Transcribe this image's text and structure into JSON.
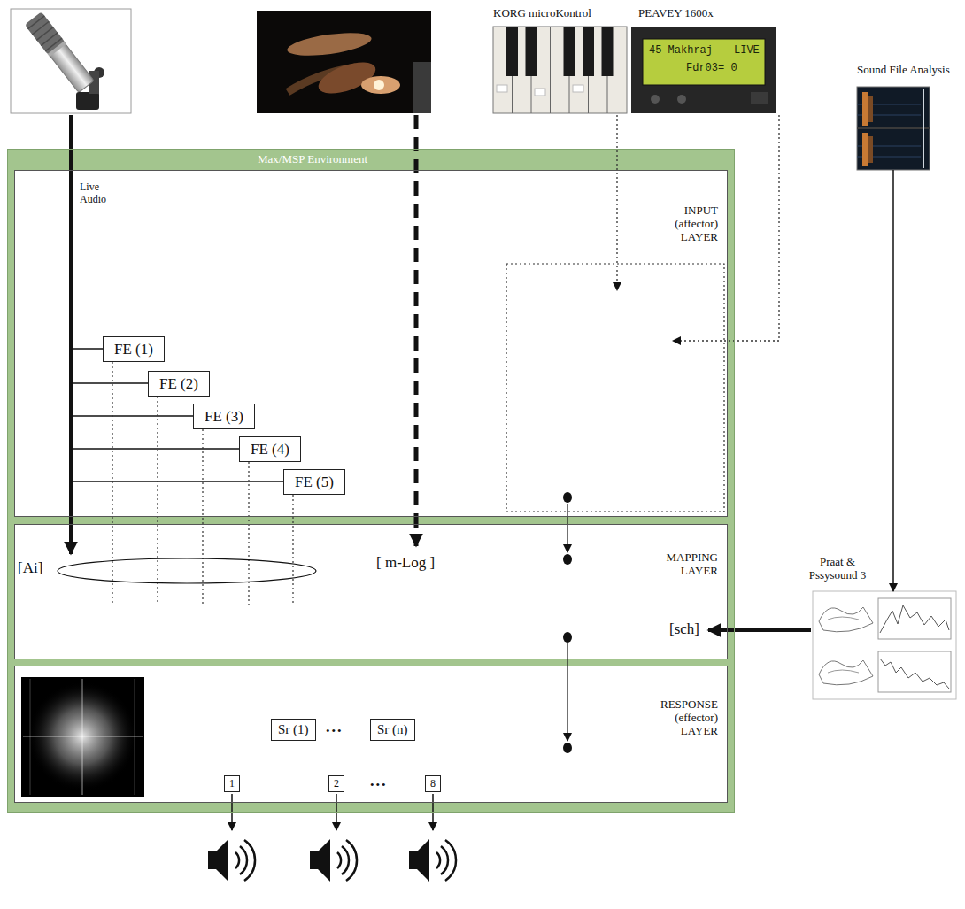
{
  "diagram": {
    "nodes": [
      {
        "text": [
          "KORG microKontrol"
        ]
      },
      {
        "text": [
          "PEAVEY 1600x",
          "45 Makhraj",
          "LIVE",
          "Fdr03= 0"
        ]
      },
      {
        "text": [
          "Sound File Analysis"
        ]
      },
      {
        "text": [
          "Max/MSP Environment"
        ]
      },
      {
        "text": [
          "INPUT (affector) LAYER"
        ],
        "in": 3
      },
      {
        "text": [
          "FE (1)"
        ],
        "in": 4
      },
      {
        "text": [
          "FE (2)"
        ],
        "in": 4
      },
      {
        "text": [
          "FE (3)"
        ],
        "in": 4
      },
      {
        "text": [
          "FE (4)"
        ],
        "in": 4
      },
      {
        "text": [
          "FE (5)"
        ],
        "in": 4
      },
      {
        "text": [
          "MAPPING LAYER"
        ],
        "in": 3
      },
      {
        "text": [
          "Praat & Pssysound 3"
        ]
      },
      {
        "text": [
          "RESPONSE (effector) LAYER"
        ],
        "in": 3
      },
      {
        "text": [
          "Sr (1)"
        ],
        "in": 12
      },
      {
        "text": [
          "Sr (n)"
        ],
        "in": 12
      },
      {
        "text": [
          "1"
        ],
        "in": 12
      },
      {
        "text": [
          "2"
        ],
        "in": 12
      },
      {
        "text": [
          "8"
        ],
        "in": 12
      }
    ],
    "edges": [
      {
        "from": 2,
        "to": 11,
        "arrow": "to"
      }
    ],
    "labels": [
      "Live Audio",
      "[Ai]",
      "[ m-Log ]",
      "[sch]",
      "•••",
      "•••"
    ]
  }
}
